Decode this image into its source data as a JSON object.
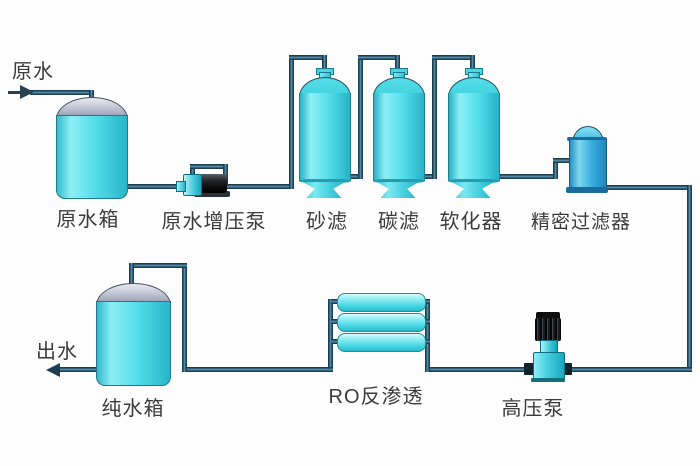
{
  "diagram": {
    "type": "water-treatment-process-flow",
    "labels": {
      "inlet": "原水",
      "raw_tank": "原水箱",
      "booster_pump": "原水增压泵",
      "sand_filter": "砂滤",
      "carbon_filter": "碳滤",
      "softener": "软化器",
      "precision_filter": "精密过滤器",
      "pure_tank": "纯水箱",
      "ro_unit": "RO反渗透",
      "high_pressure_pump": "高压泵",
      "outlet": "出水"
    },
    "flow_order": [
      "原水",
      "原水箱",
      "原水增压泵",
      "砂滤",
      "碳滤",
      "软化器",
      "精密过滤器",
      "高压泵",
      "RO反渗透",
      "纯水箱",
      "出水"
    ],
    "colors": {
      "pipe_dark": "#16303f",
      "pipe_highlight": "#6096b0",
      "vessel_cyan": "#3ed2e2",
      "vessel_cyan_light": "#8df0f6",
      "tank_dome_gray": "#9aa1b8",
      "precision_filter_blue": "#2496d2",
      "pump_motor_black": "#181a1c",
      "label_text": "#3c3c3c",
      "background": "#fdfdfd"
    }
  }
}
